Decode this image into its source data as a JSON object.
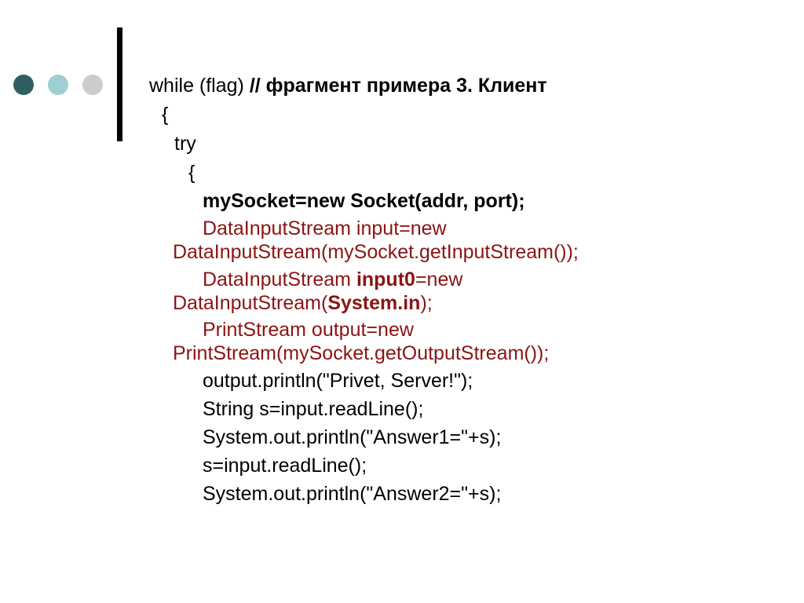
{
  "decor": {
    "dot_colors": [
      "#2f5f63",
      "#9dcfd3",
      "#cccccc"
    ],
    "bar_color": "#000000"
  },
  "lines": {
    "l1_code": "while (flag) ",
    "l1_comment": "// фрагмент примера 3. Клиент",
    "l2": "{",
    "l3": "try",
    "l4": "{",
    "l5": "mySocket=new Socket(addr, port);",
    "l6a": "DataInputStream input=new",
    "l6b": "DataInputStream(mySocket.getInputStream());",
    "l7a_pre": "DataInputStream ",
    "l7a_bold": "input0",
    "l7a_post": "=new",
    "l7b_pre": "DataInputStream(",
    "l7b_bold": "System.in",
    "l7b_post": ");",
    "l8a": "PrintStream output=new",
    "l8b": "PrintStream(mySocket.getOutputStream());",
    "l9": "output.println(\"Privet, Server!\");",
    "l10": "String s=input.readLine();",
    "l11": "System.out.println(\"Answer1=\"+s);",
    "l12": "s=input.readLine();",
    "l13": "System.out.println(\"Answer2=\"+s);"
  },
  "colors": {
    "code_red": "#8b1414",
    "text": "#000000"
  }
}
